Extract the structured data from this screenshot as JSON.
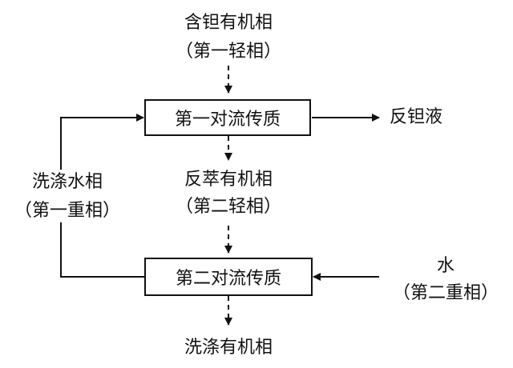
{
  "input_organic": {
    "line1": "含钽有机相",
    "line2": "（第一轻相）"
  },
  "stage1": {
    "label": "第一对流传质"
  },
  "output_liquid": {
    "label": "反钽液"
  },
  "wash_aqueous": {
    "line1": "洗涤水相",
    "line2": "（第一重相）"
  },
  "back_extract": {
    "line1": "反萃有机相",
    "line2": "（第二轻相）"
  },
  "stage2": {
    "label": "第二对流传质"
  },
  "water_input": {
    "line1": "水",
    "line2": "（第二重相）"
  },
  "output_organic": {
    "label": "洗涤有机相"
  },
  "colors": {
    "line": "#111111",
    "background": "#ffffff"
  }
}
